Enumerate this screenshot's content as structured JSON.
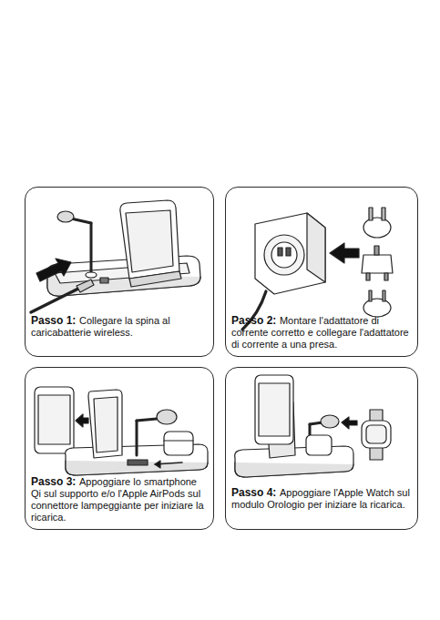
{
  "diagram": {
    "nodes": [
      {
        "text": [
          "Passo 1:",
          "Collegare la spina al caricabatterie wireless."
        ]
      },
      {
        "text": [
          "Passo 2:",
          "Montare l'adattatore di corrente corretto e collegare l'adattatore di corrente a una presa."
        ]
      },
      {
        "text": [
          "Passo 3:",
          "Appoggiare lo smartphone Qi sul supporto e/o l'Apple AirPods sul connettore lampeggiante per iniziare la ricarica."
        ]
      },
      {
        "text": [
          "Passo 4:",
          "Appoggiare l'Apple Watch sul modulo Orologio per iniziare la ricarica."
        ]
      }
    ]
  }
}
